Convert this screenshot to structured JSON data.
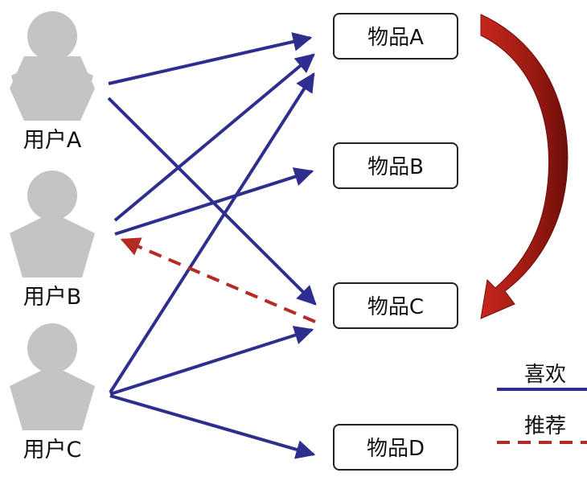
{
  "users": [
    {
      "label": "用户A"
    },
    {
      "label": "用户B"
    },
    {
      "label": "用户C"
    }
  ],
  "items": [
    {
      "label": "物品A"
    },
    {
      "label": "物品B"
    },
    {
      "label": "物品C"
    },
    {
      "label": "物品D"
    }
  ],
  "legend": {
    "like_label": "喜欢",
    "recommend_label": "推荐"
  },
  "colors": {
    "like": "#2e2e8f",
    "recommend": "#b52a23",
    "arrow_red": "#a01c14",
    "user_icon": "#c4c4c4"
  },
  "edges": {
    "like": [
      [
        "用户A",
        "物品A"
      ],
      [
        "用户A",
        "物品C"
      ],
      [
        "用户B",
        "物品A"
      ],
      [
        "用户B",
        "物品B"
      ],
      [
        "用户C",
        "物品A"
      ],
      [
        "用户C",
        "物品C"
      ],
      [
        "用户C",
        "物品D"
      ]
    ],
    "recommend": [
      [
        "物品C",
        "用户B"
      ]
    ]
  }
}
